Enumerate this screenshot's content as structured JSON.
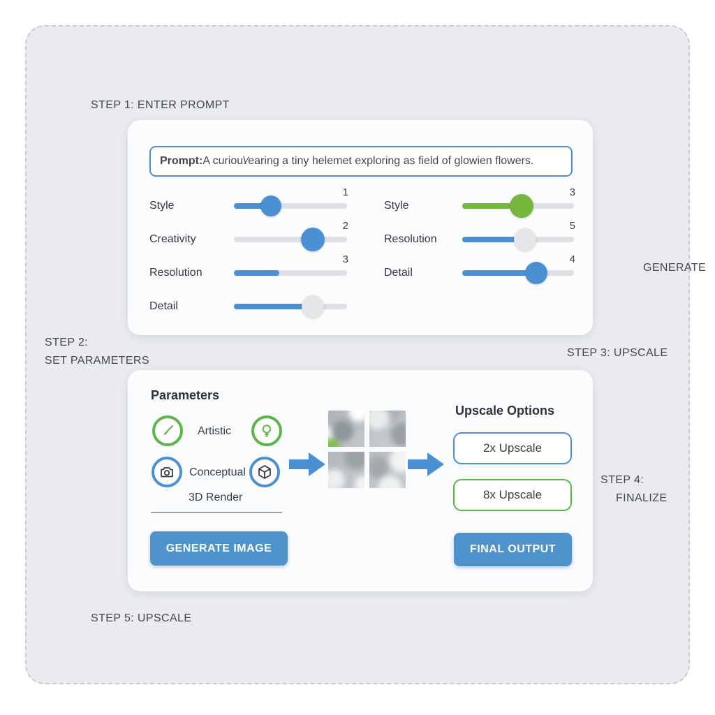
{
  "colors": {
    "blue": "#4a90d2",
    "green": "#76b83e",
    "gray_knob": "#e4e6e8",
    "track_gray": "#dee0e3",
    "button_blue": "#4f93cd",
    "container_bg": "#e9ebee"
  },
  "labels": {
    "step1": "STEP 1: ENTER PROMPT",
    "step2_line1": "STEP 2:",
    "step2_line2": "SET PARAMETERS",
    "step3": "STEP 3: UPSCALE",
    "step4_line1": "STEP 4:",
    "step4_line2": "FINALIZE",
    "step5": "STEP 5: UPSCALE",
    "generate": "GENERATE"
  },
  "prompt_card": {
    "prompt_label": "Prompt:",
    "prompt_text": " A curiou\\⁄earing a tiny helemet exploring as field of glowien flowers.",
    "sliders_left": [
      {
        "label": "Style",
        "value": "1",
        "fill_pct": 33,
        "fill_color": "blue",
        "knob_pct": 33,
        "knob_color": "blue",
        "knob_size": 30
      },
      {
        "label": "Creativity",
        "value": "2",
        "fill_pct": 0,
        "fill_color": "blue",
        "knob_pct": 70,
        "knob_color": "blue",
        "knob_size": 34
      },
      {
        "label": "Resolution",
        "value": "3",
        "fill_pct": 40,
        "fill_color": "blue",
        "knob_pct": null
      },
      {
        "label": "Detail",
        "value": "",
        "fill_pct": 64,
        "fill_color": "blue",
        "knob_pct": 70,
        "knob_color": "gray_knob",
        "knob_size": 32
      }
    ],
    "sliders_right": [
      {
        "label": "Style",
        "value": "3",
        "fill_pct": 53,
        "fill_color": "green",
        "knob_pct": 53,
        "knob_color": "green",
        "knob_size": 34
      },
      {
        "label": "Resolution",
        "value": "5",
        "fill_pct": 53,
        "fill_color": "blue",
        "knob_pct": 56,
        "knob_color": "gray_knob",
        "knob_size": 32
      },
      {
        "label": "Detail",
        "value": "4",
        "fill_pct": 66,
        "fill_color": "blue",
        "knob_pct": 66,
        "knob_color": "blue",
        "knob_size": 32
      }
    ]
  },
  "param_card": {
    "title": "Parameters",
    "artistic_label": "Artistic",
    "conceptual_label": "Conceptual",
    "render_label": "3D Render",
    "icons": [
      "paintbrush-icon",
      "lightbulb-icon",
      "camera-icon",
      "cube-icon"
    ],
    "upscale_title": "Upscale Options",
    "upscale_2x": "2x Upscale",
    "upscale_8x": "8x Upscale",
    "generate_image_button": "GENERATE IMAGE",
    "final_output_button": "FINAL OUTPUT"
  }
}
